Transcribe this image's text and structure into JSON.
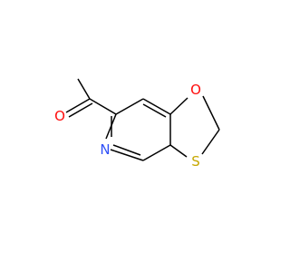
{
  "molecule": {
    "atoms": {
      "oxygen_carbonyl": {
        "symbol": "O",
        "color": "#ff0d0d"
      },
      "nitrogen": {
        "symbol": "N",
        "color": "#3050f8"
      },
      "oxygen_ring": {
        "symbol": "O",
        "color": "#ff0d0d"
      },
      "sulfur": {
        "symbol": "S",
        "color": "#c6a700"
      }
    },
    "bond_color": "#000000"
  }
}
